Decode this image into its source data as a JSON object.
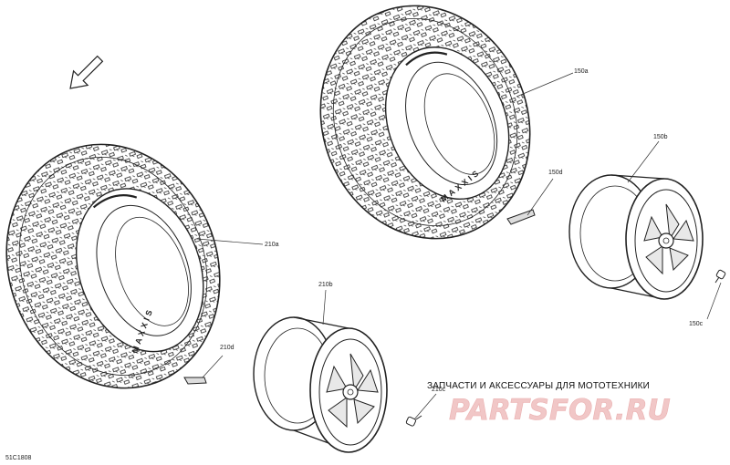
{
  "callouts": {
    "c150a": "150a",
    "c150b": "150b",
    "c150c": "150c",
    "c150d": "150d",
    "c210a": "210a",
    "c210b": "210b",
    "c210c": "210c",
    "c210d": "210d"
  },
  "tire_brand": "MAXXIS",
  "watermark": {
    "caption": "ЗАПЧАСТИ И АКСЕССУАРЫ ДЛЯ МОТОТЕХНИКИ",
    "logo": "PARTSFOR.RU"
  },
  "ref_code": "51C1808",
  "icons": [
    "direction-arrow-icon",
    "tire",
    "rim",
    "valve-stem",
    "wheel-weight"
  ]
}
